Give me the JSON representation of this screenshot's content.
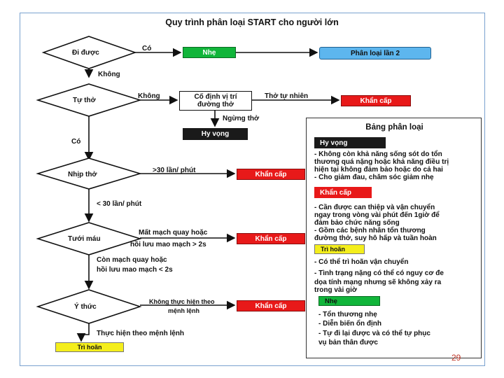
{
  "title": "Quy trình phân loại START cho người lớn",
  "page_number": "29",
  "diamonds": {
    "walk": "Đi được",
    "breath": "Tự thở",
    "rate": "Nhịp thở",
    "perfusion": "Tưới máu",
    "mental": "Ý thức"
  },
  "boxes": {
    "nhe": "Nhẹ",
    "phan_loai_2": "Phân loại lần 2",
    "airway_line1": "Cố định vị trí",
    "airway_line2": "đường thở",
    "hy_vong": "Hy vọng",
    "khan_cap_1": "Khẩn cấp",
    "khan_cap_2": "Khẩn cấp",
    "khan_cap_3": "Khẩn cấp",
    "khan_cap_4": "Khẩn cấp",
    "tri_hoan": "Trì hoãn"
  },
  "edges": {
    "co_1": "Có",
    "khong_1": "Không",
    "khong_2": "Không",
    "tho_tu_nhien": "Thở tự nhiên",
    "ngung_tho": "Ngừng thở",
    "co_2": "Có",
    "rate_high": ">30 lần/ phút",
    "rate_low": "< 30 lần/ phút",
    "perf_bad_1": "Mất mạch quay hoặc",
    "perf_bad_2": "hồi lưu mao mạch > 2s",
    "perf_ok_1": "Còn mạch quay hoặc",
    "perf_ok_2": "hồi lưu mao mạch < 2s",
    "mental_no_1": "Không thực hiện theo",
    "mental_no_2": "mệnh lệnh",
    "mental_yes": "Thực hiện theo mệnh lệnh"
  },
  "legend": {
    "title": "Bảng phân loại",
    "hy_vong": {
      "label": "Hy vọng",
      "lines": [
        "- Không còn khả năng sống sót do tổn",
        "thương quá nặng hoặc khả năng điều trị",
        "hiện tại không đảm bảo hoặc do cả hai",
        "- Cho giảm đau, chăm sóc giảm nhẹ"
      ]
    },
    "khan_cap": {
      "label": "Khẩn cấp",
      "lines": [
        "- Cần được can thiệp và vận chuyển",
        "ngay trong vòng vài phút đến 1giờ để",
        "đảm bảo chức năng sống",
        "- Gồm các bệnh nhân tổn thương",
        "đường thở, suy hô hấp và tuần hoàn"
      ]
    },
    "tri_hoan": {
      "label": "Trì hoãn",
      "lines": [
        "- Có thể trì hoãn vận chuyển",
        "- Tình trạng nặng có thể có nguy cơ đe",
        "dọa tính mạng nhưng sẽ không xảy ra",
        "trong vài giờ"
      ]
    },
    "nhe": {
      "label": "Nhẹ",
      "lines": [
        "- Tổn thương nhẹ",
        "- Diễn biến ổn định",
        "- Tự đi lại được và có thể tự phục",
        "vụ bản thân được"
      ]
    }
  },
  "colors": {
    "green": "#11b53a",
    "red": "#e81919",
    "yellow": "#f4ee1c",
    "blue": "#5db6ee",
    "black": "#1a1a1a"
  }
}
